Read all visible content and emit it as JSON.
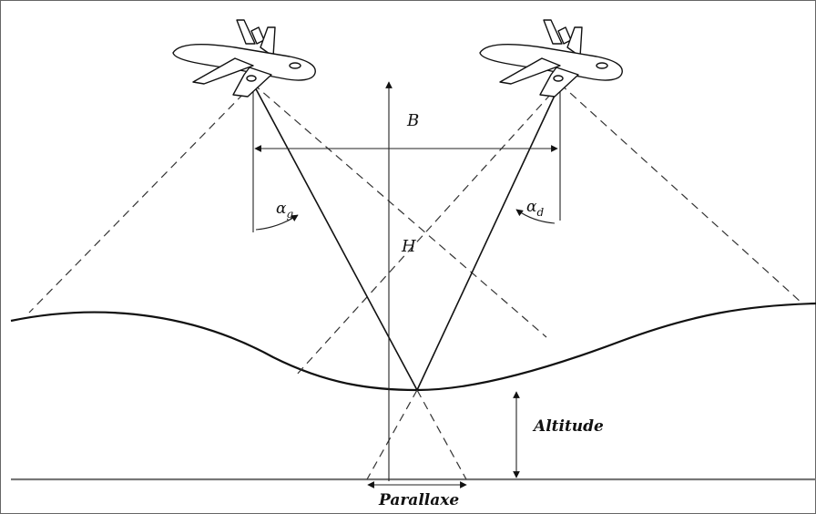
{
  "labels": {
    "baseline": "B",
    "height": "H",
    "alpha_left": "α",
    "alpha_left_sub": "g",
    "alpha_right": "α",
    "alpha_right_sub": "d",
    "altitude": "Altitude",
    "parallax": "Parallaxe"
  },
  "colors": {
    "line": "#111111",
    "ground": "#777777",
    "frame": "#666666"
  },
  "icons": [
    "airplane-left-icon",
    "airplane-right-icon"
  ]
}
